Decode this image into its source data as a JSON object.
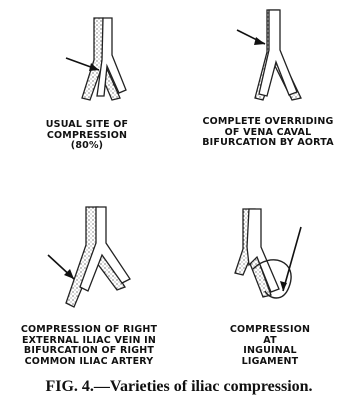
{
  "panels": [
    {
      "id": "usual-site",
      "caption": [
        "USUAL SITE OF",
        "COMPRESSION",
        "(80%)"
      ]
    },
    {
      "id": "complete-overriding",
      "caption": [
        "COMPLETE OVERRIDING",
        "OF VENA CAVAL",
        "BIFURCATION BY AORTA"
      ]
    },
    {
      "id": "external-iliac",
      "caption": [
        "COMPRESSION OF RIGHT",
        "EXTERNAL ILIAC VEIN IN",
        "BIFURCATION OF RIGHT",
        "COMMON ILIAC ARTERY"
      ]
    },
    {
      "id": "inguinal",
      "caption": [
        "COMPRESSION",
        "AT",
        "INGUINAL",
        "LIGAMENT"
      ]
    }
  ],
  "figure_caption": "FIG. 4.—Varieties of iliac compression."
}
